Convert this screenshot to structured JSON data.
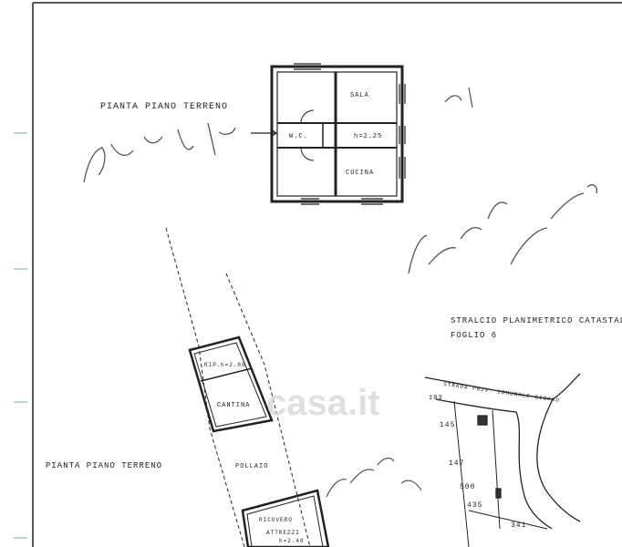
{
  "top_plan": {
    "title": "PIANTA  PIANO TERRENO",
    "rooms": {
      "sala": "SALA",
      "wc": "W.C.",
      "cucina": "CUCINA",
      "h_label": "h=2.25"
    }
  },
  "bottom_plan": {
    "title": "PIANTA  PIANO TERRENO",
    "rooms": {
      "rip": "RIP.",
      "rip_h": "h=2.80",
      "cantina": "CANTINA",
      "pollaio": "POLLAIO",
      "ricovero": "RICOVERO",
      "attrezzi": "ATTREZZI",
      "ricovero_h": "h=2.40"
    }
  },
  "map": {
    "title_line1": "STRALCIO  PLANIMETRICO CATASTALE",
    "title_line2": "FOGLIO 6",
    "road_label": "STRADA PRIV. COMUNALE-CIDANO",
    "parcels": [
      "103",
      "145",
      "147",
      "500",
      "435",
      "341"
    ]
  },
  "watermark": "casa.it"
}
